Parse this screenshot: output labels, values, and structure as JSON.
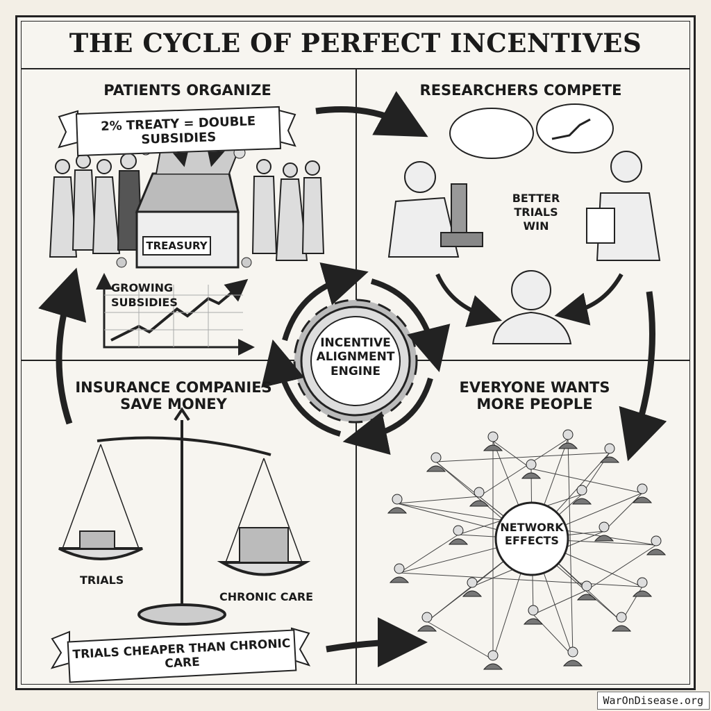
{
  "title": "THE CYCLE OF PERFECT INCENTIVES",
  "quadrants": {
    "top_left": {
      "heading": "PATIENTS ORGANIZE",
      "banner": "2% TREATY = DOUBLE SUBSIDIES",
      "chest_label": "TREASURY",
      "chart_label_1": "GROWING",
      "chart_label_2": "SUBSIDIES"
    },
    "top_right": {
      "heading": "RESEARCHERS COMPETE",
      "sign_line_1": "BETTER",
      "sign_line_2": "TRIALS",
      "sign_line_3": "WIN"
    },
    "bottom_left": {
      "heading_line_1": "INSURANCE COMPANIES",
      "heading_line_2": "SAVE MONEY",
      "left_pan_label": "TRIALS",
      "right_pan_label": "CHRONIC CARE",
      "banner": "TRIALS CHEAPER THAN CHRONIC CARE"
    },
    "bottom_right": {
      "heading_line_1": "EVERYONE WANTS",
      "heading_line_2": "MORE PEOPLE",
      "hub_line_1": "NETWORK",
      "hub_line_2": "EFFECTS"
    }
  },
  "center": {
    "line_1": "INCENTIVE",
    "line_2": "ALIGNMENT",
    "line_3": "ENGINE"
  },
  "watermark": "WarOnDisease.org",
  "colors": {
    "paper": "#f3efe6",
    "ink": "#1a1a1a"
  }
}
